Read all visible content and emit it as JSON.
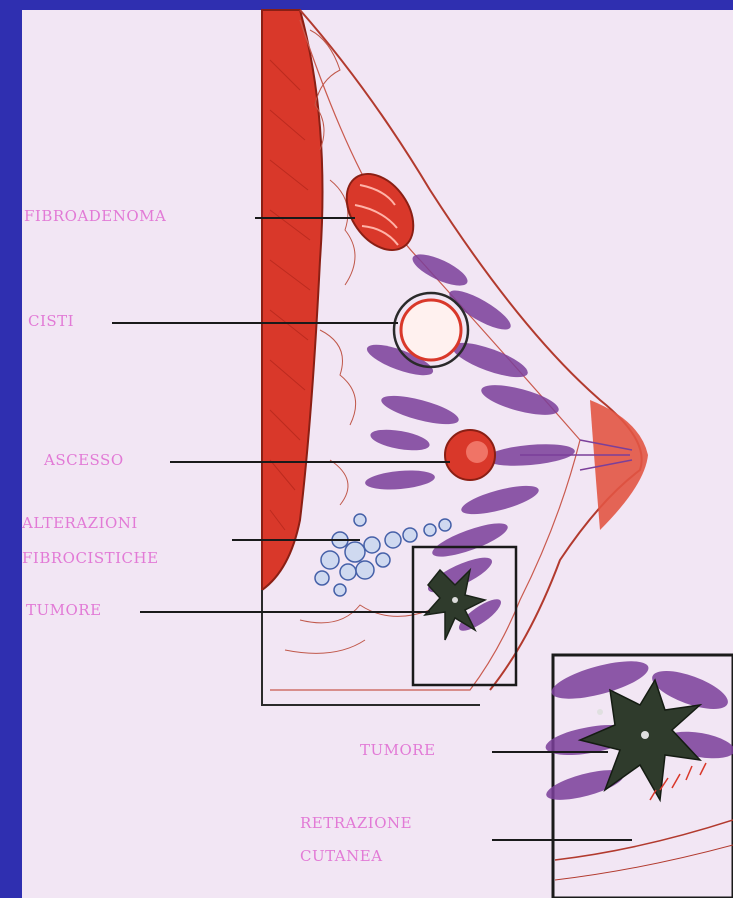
{
  "labels": {
    "fibroadenoma": "FIBROADENOMA",
    "cisti": "CISTI",
    "ascesso": "ASCESSO",
    "alterazioni_line1": "ALTERAZIONI",
    "alterazioni_line2": "FIBROCISTICHE",
    "tumore_main": "TUMORE",
    "tumore_inset": "TUMORE",
    "retrazione_line1": "RETRAZIONE",
    "retrazione_line2": "CUTANEA"
  },
  "colors": {
    "background": "#2f2fb0",
    "panel": "#f2e6f4",
    "label_text": "#e27ad6",
    "muscle": "#d9382a",
    "outline": "#b23a2e",
    "gland": "#7b3f9a",
    "tumor": "#2f3b2c"
  }
}
